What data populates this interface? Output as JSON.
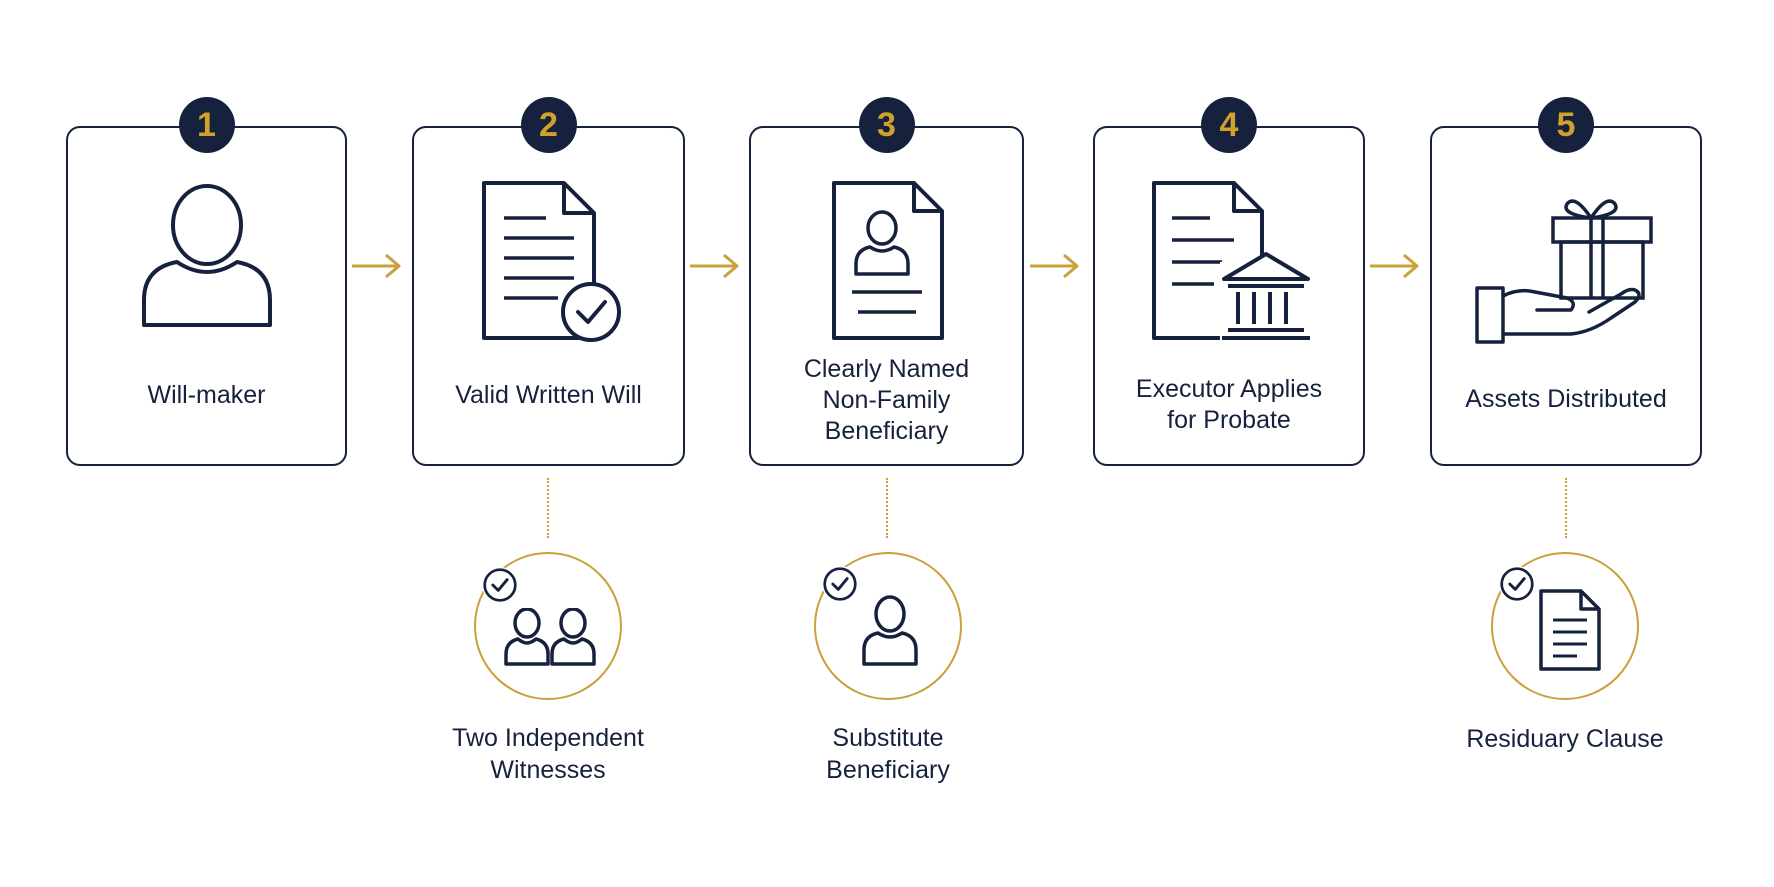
{
  "colors": {
    "navy": "#16213d",
    "gold": "#c9a13a",
    "number_gold": "#d2a12b",
    "background": "#ffffff"
  },
  "steps": [
    {
      "number": "1",
      "label": "Will-maker",
      "icon": "person-icon"
    },
    {
      "number": "2",
      "label": "Valid Written Will",
      "icon": "document-check-icon"
    },
    {
      "number": "3",
      "label": "Clearly Named\nNon-Family\nBeneficiary",
      "icon": "profile-document-icon"
    },
    {
      "number": "4",
      "label": "Executor Applies\nfor Probate",
      "icon": "document-courthouse-icon"
    },
    {
      "number": "5",
      "label": "Assets Distributed",
      "icon": "gift-hand-icon"
    }
  ],
  "requirements": [
    {
      "step": "2",
      "label": "Two Independent\nWitnesses",
      "icon": "two-people-icon"
    },
    {
      "step": "3",
      "label": "Substitute\nBeneficiary",
      "icon": "person-icon"
    },
    {
      "step": "5",
      "label": "Residuary Clause",
      "icon": "document-icon"
    }
  ]
}
